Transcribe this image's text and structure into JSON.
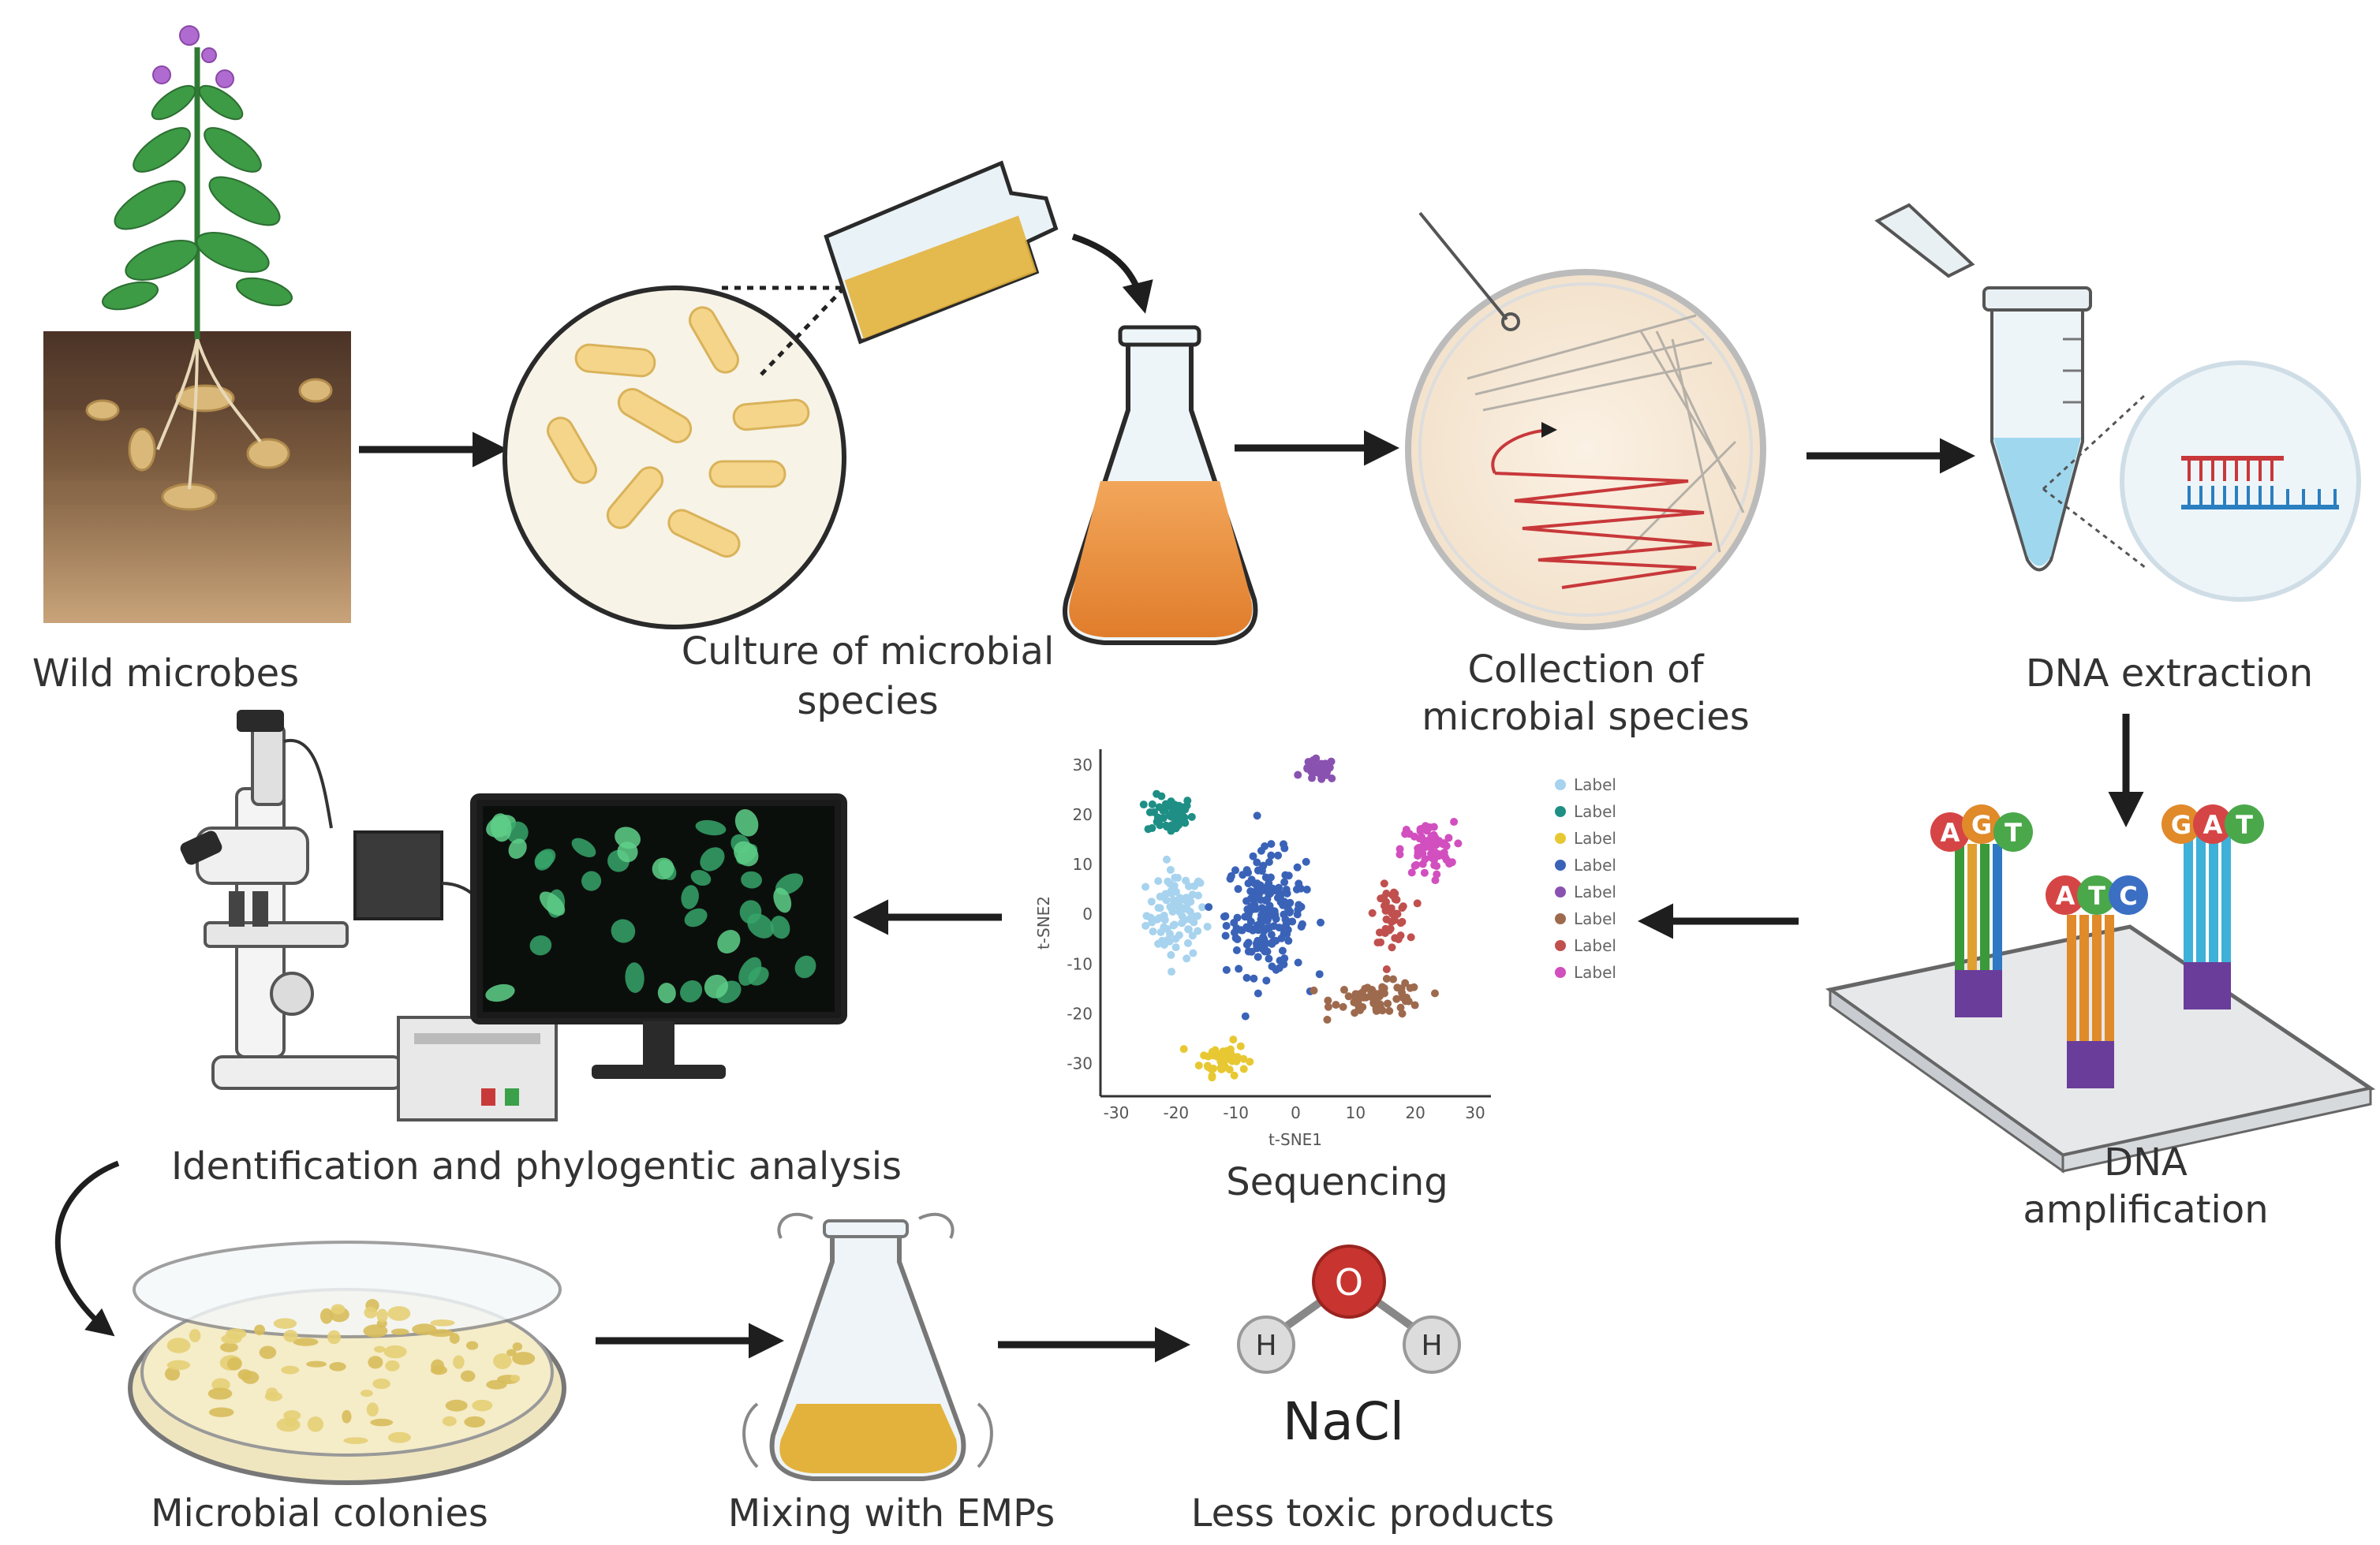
{
  "labels": {
    "wild_microbes": "Wild microbes",
    "culture_line1": "Culture of microbial",
    "culture_line2": "species",
    "collection_line1": "Collection of",
    "collection_line2": "microbial species",
    "dna_extraction": "DNA extraction",
    "dna_amp_line1": "DNA",
    "dna_amp_line2": "amplification",
    "sequencing": "Sequencing",
    "identification": "Identification and phylogentic analysis",
    "colonies": "Microbial colonies",
    "mixing": "Mixing with EMPs",
    "less_toxic": "Less toxic products",
    "nacl": "NaCl",
    "atom_o": "O",
    "atom_h1": "H",
    "atom_h2": "H"
  },
  "bases": {
    "left": [
      "A",
      "G",
      "T"
    ],
    "middle": [
      "A",
      "T",
      "C"
    ],
    "right": [
      "G",
      "A",
      "T"
    ]
  },
  "base_colors": {
    "A": "#d64545",
    "G": "#e08a2a",
    "T": "#4aa84a",
    "C": "#3b6fc4"
  },
  "chart_data": {
    "type": "scatter",
    "xlabel": "t-SNE1",
    "ylabel": "t-SNE2",
    "xticks": [
      "-30",
      "-20",
      "-10",
      "0",
      "10",
      "20",
      "30"
    ],
    "yticks": [
      "30",
      "20",
      "10",
      "0",
      "-10",
      "-20",
      "-30"
    ],
    "xlim": [
      -30,
      30
    ],
    "ylim": [
      -35,
      30
    ],
    "legend_position": "right",
    "series": [
      {
        "name": "Label",
        "color": "#a7d3ee",
        "center": [
          -20,
          0
        ],
        "spread": [
          4.5,
          8
        ],
        "count": 90
      },
      {
        "name": "Label",
        "color": "#1f8f86",
        "center": [
          -21,
          20
        ],
        "spread": [
          3.5,
          3.5
        ],
        "count": 55
      },
      {
        "name": "Label",
        "color": "#e8c832",
        "center": [
          -12,
          -29
        ],
        "spread": [
          3.5,
          3
        ],
        "count": 50
      },
      {
        "name": "Label",
        "color": "#3a63b8",
        "center": [
          -5,
          0
        ],
        "spread": [
          6,
          11
        ],
        "count": 200
      },
      {
        "name": "Label",
        "color": "#8a52b0",
        "center": [
          4,
          29
        ],
        "spread": [
          2.5,
          2
        ],
        "count": 30
      },
      {
        "name": "Label",
        "color": "#9e6a4e",
        "center": [
          14,
          -17
        ],
        "spread": [
          7,
          3
        ],
        "count": 70
      },
      {
        "name": "Label",
        "color": "#c0504e",
        "center": [
          16,
          0
        ],
        "spread": [
          2.5,
          5
        ],
        "count": 45
      },
      {
        "name": "Label",
        "color": "#d24fbf",
        "center": [
          22,
          13
        ],
        "spread": [
          4,
          5
        ],
        "count": 65
      }
    ]
  }
}
